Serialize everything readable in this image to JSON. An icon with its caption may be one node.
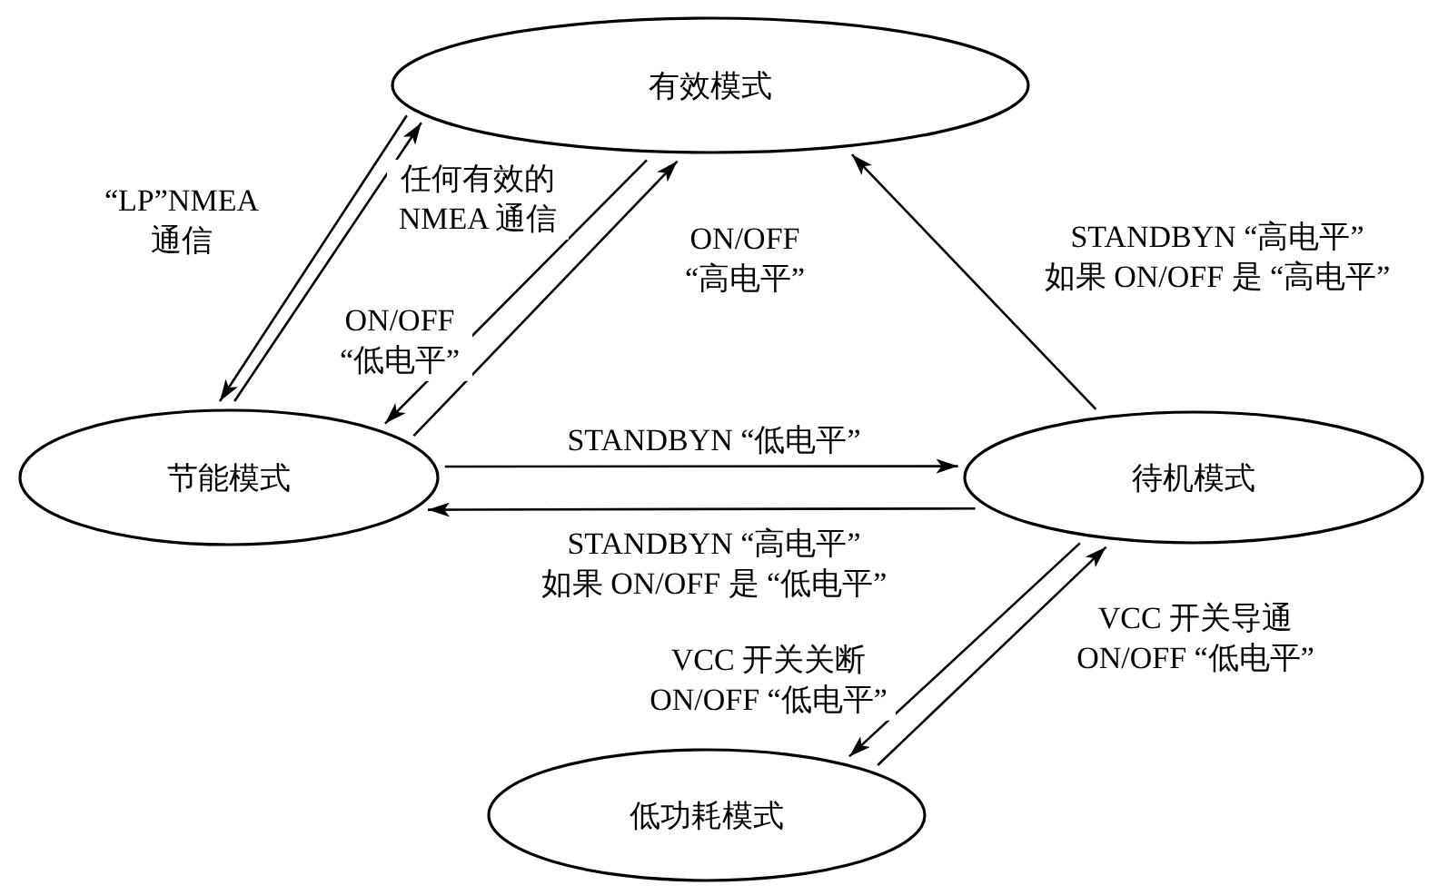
{
  "diagram": {
    "nodes": [
      {
        "text": [
          "有效模式"
        ]
      },
      {
        "text": [
          "节能模式"
        ]
      },
      {
        "text": [
          "待机模式"
        ]
      },
      {
        "text": [
          "低功耗模式"
        ]
      }
    ],
    "edges": [
      {
        "from": 0,
        "to": 1,
        "arrow": "to",
        "label": "“LP”NMEA 通信"
      },
      {
        "from": 1,
        "to": 0,
        "arrow": "to",
        "label": "任何有效的 NMEA 通信"
      },
      {
        "from": 0,
        "to": 1,
        "arrow": "to",
        "label": "ON/OFF “低电平”"
      },
      {
        "from": 1,
        "to": 0,
        "arrow": "to",
        "label": "ON/OFF “高电平”"
      },
      {
        "from": 1,
        "to": 2,
        "arrow": "to",
        "label": "STANDBYN “低电平”"
      },
      {
        "from": 2,
        "to": 1,
        "arrow": "to",
        "label": "STANDBYN “高电平” 如果 ON/OFF 是 “低电平”"
      },
      {
        "from": 2,
        "to": 0,
        "arrow": "to",
        "label": "STANDBYN “高电平” 如果 ON/OFF 是 “高电平”"
      },
      {
        "from": 2,
        "to": 3,
        "arrow": "to",
        "label": "VCC 开关关断 ON/OFF “低电平”"
      },
      {
        "from": 3,
        "to": 2,
        "arrow": "to",
        "label": "VCC 开关导通 ON/OFF “低电平”"
      }
    ]
  }
}
